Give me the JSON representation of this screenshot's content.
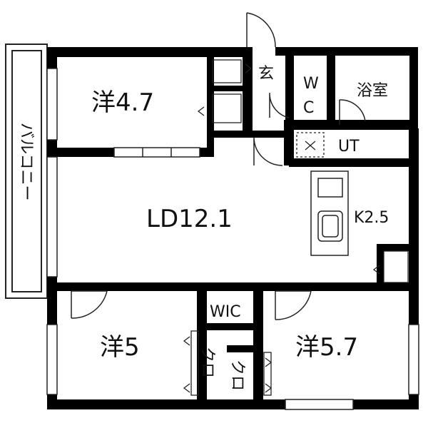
{
  "floorplan": {
    "rooms": {
      "western_1": "洋4.7",
      "ld": "LD12.1",
      "kitchen": "K2.5",
      "western_2": "洋5",
      "western_3": "洋5.7",
      "wic": "WIC",
      "entrance": "玄",
      "wc_line1": "W",
      "wc_line2": "C",
      "bath": "浴室",
      "ut": "UT",
      "closet_1": "クロ",
      "closet_2": "クロ",
      "balcony": "バルコニー"
    }
  }
}
